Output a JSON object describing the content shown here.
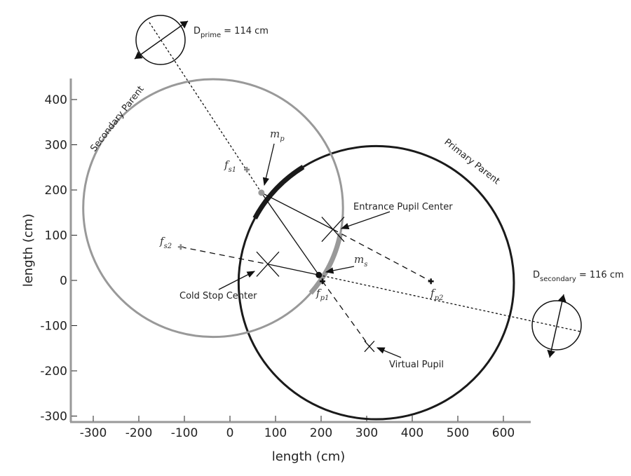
{
  "chart_data": {
    "type": "diagram",
    "xlabel": "length (cm)",
    "ylabel": "length (cm)",
    "xlim": [
      -350,
      660
    ],
    "ylim": [
      -310,
      450
    ],
    "xticks": [
      -300,
      -200,
      -100,
      0,
      100,
      200,
      300,
      400,
      500,
      600
    ],
    "yticks": [
      -300,
      -200,
      -100,
      0,
      100,
      200,
      300,
      400
    ],
    "colors": {
      "primary": "#1a1a1a",
      "secondary": "#999999",
      "axis": "#999999"
    },
    "circles": [
      {
        "name": "Primary Parent",
        "label": "Primary Parent",
        "cx": 321,
        "cy": -5,
        "r": 302,
        "color": "#1a1a1a"
      },
      {
        "name": "Secondary Parent",
        "label": "Secondary Parent",
        "cx": -37,
        "cy": 160,
        "r": 285,
        "color": "#999999"
      }
    ],
    "points": {
      "m_p": {
        "x": 69,
        "y": 194
      },
      "m_s": {
        "x": 195,
        "y": 12
      },
      "f_s1": {
        "x": 37,
        "y": 245
      },
      "f_s2": {
        "x": -108,
        "y": 74
      },
      "f_p1": {
        "x": 203,
        "y": -2
      },
      "f_p2": {
        "x": 441,
        "y": -2
      },
      "cold_stop": {
        "x": 83,
        "y": 36
      },
      "entrance_pupil": {
        "x": 226,
        "y": 113
      },
      "virtual_pupil": {
        "x": 306,
        "y": -146
      }
    },
    "math_labels": {
      "m_p": {
        "base": "m",
        "sub": "p"
      },
      "m_s": {
        "base": "m",
        "sub": "s"
      },
      "f_s1": {
        "base": "f",
        "sub": "s1"
      },
      "f_s2": {
        "base": "f",
        "sub": "s2"
      },
      "f_p1": {
        "base": "f",
        "sub": "p1"
      },
      "f_p2": {
        "base": "f",
        "sub": "p2"
      }
    },
    "annotations": {
      "cold_stop": "Cold Stop Center",
      "entrance_pupil": "Entrance Pupil Center",
      "virtual_pupil": "Virtual Pupil"
    },
    "diameters": {
      "prime": {
        "symbol": "D",
        "sub": "prime",
        "value": "= 114 cm"
      },
      "secondary": {
        "symbol": "D",
        "sub": "secondary",
        "value": "= 116 cm"
      }
    }
  }
}
